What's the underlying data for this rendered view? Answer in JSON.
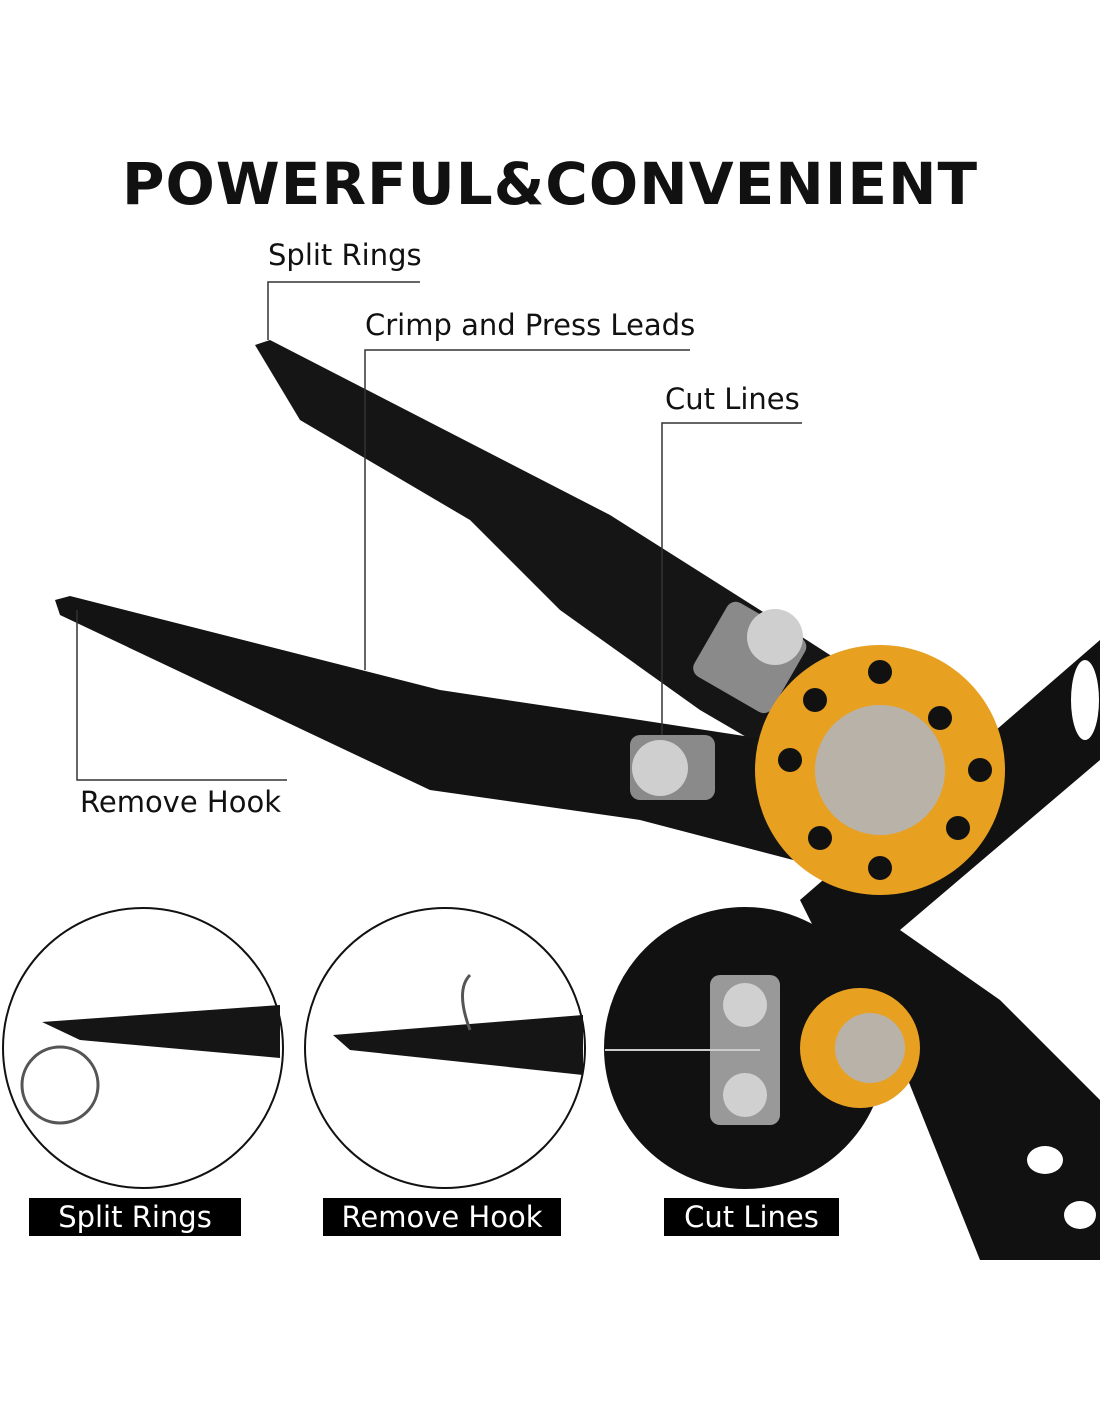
{
  "title": "POWERFUL&CONVENIENT",
  "callouts": {
    "split_rings": "Split Rings",
    "crimp": "Crimp and Press Leads",
    "cut_lines": "Cut Lines",
    "remove_hook": "Remove Hook"
  },
  "detail_tags": [
    "Split Rings",
    "Remove Hook",
    "Cut Lines"
  ],
  "colors": {
    "accent": "#e8a020",
    "body": "#111111",
    "steel": "#b8b8b8"
  }
}
